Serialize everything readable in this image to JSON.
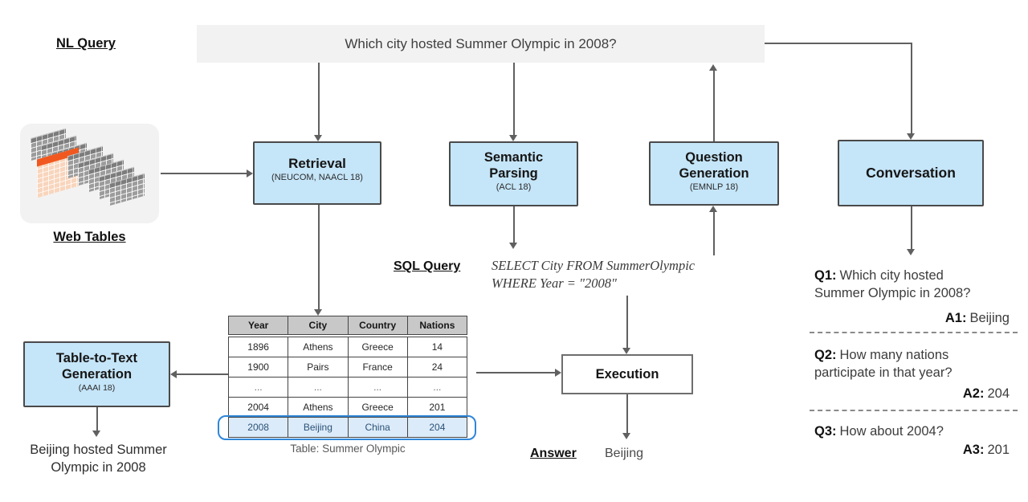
{
  "labels": {
    "nl_query": "NL Query",
    "web_tables": "Web Tables",
    "sql_query": "SQL Query",
    "answer": "Answer",
    "answer_value": "Beijing"
  },
  "banner": {
    "text": "Which city hosted Summer Olympic in 2008?"
  },
  "boxes": {
    "retrieval": {
      "title": "Retrieval",
      "subtitle": "(NEUCOM, NAACL 18)"
    },
    "semantic_parsing": {
      "title_line1": "Semantic",
      "title_line2": "Parsing",
      "subtitle": "(ACL 18)"
    },
    "question_generation": {
      "title_line1": "Question",
      "title_line2": "Generation",
      "subtitle": "(EMNLP 18)"
    },
    "conversation": {
      "title": "Conversation"
    },
    "table_to_text": {
      "title_line1": "Table-to-Text",
      "title_line2": "Generation",
      "subtitle": "(AAAI 18)"
    },
    "execution": {
      "title": "Execution"
    }
  },
  "sql": {
    "line1": "SELECT City FROM SummerOlympic",
    "line2": "WHERE Year  = \"2008\""
  },
  "table": {
    "headers": [
      "Year",
      "City",
      "Country",
      "Nations"
    ],
    "rows": [
      [
        "1896",
        "Athens",
        "Greece",
        "14"
      ],
      [
        "1900",
        "Pairs",
        "France",
        "24"
      ],
      [
        "...",
        "...",
        "...",
        "..."
      ],
      [
        "2004",
        "Athens",
        "Greece",
        "201"
      ],
      [
        "2008",
        "Beijing",
        "China",
        "204"
      ]
    ],
    "caption": "Table: Summer Olympic"
  },
  "generated_text": {
    "line1": "Beijing hosted Summer",
    "line2": "Olympic in 2008"
  },
  "conversation_panel": {
    "qa": [
      {
        "q_label": "Q1:",
        "q_line1": "Which city hosted",
        "q_line2": "Summer Olympic in 2008?",
        "a_label": "A1:",
        "a_text": "Beijing"
      },
      {
        "q_label": "Q2:",
        "q_line1": "How many nations",
        "q_line2": "participate in that year?",
        "a_label": "A2:",
        "a_text": "204"
      },
      {
        "q_label": "Q3:",
        "q_line1": "How about 2004?",
        "q_line2": "",
        "a_label": "A3:",
        "a_text": "201"
      }
    ]
  },
  "colors": {
    "box_fill": "#c5e5f8",
    "box_border": "#4a4a4a",
    "arrow": "#606060",
    "banner_bg": "#f2f2f2",
    "highlight_border": "#2e86d9",
    "highlight_fill": "#dcebf9",
    "table_header_bg": "#c8c8c8",
    "icon_orange": "#f1581f",
    "icon_peach": "#f8d5bc"
  }
}
